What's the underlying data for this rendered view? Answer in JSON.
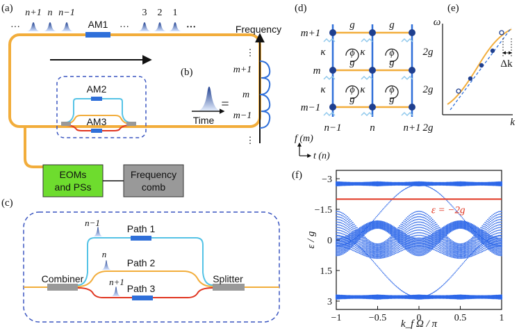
{
  "colors": {
    "orange": "#f2ad3b",
    "blue": "#2f6fd9",
    "lightblue": "#55c3e6",
    "red": "#e0341f",
    "green": "#6edc2e",
    "gray": "#999999",
    "navy": "#1f3f8f",
    "dash": "#3a55c0",
    "band": "#2b66e8"
  },
  "panels": {
    "a": "(a)",
    "b": "(b)",
    "c": "(c)",
    "d": "(d)",
    "e": "(e)",
    "f": "(f)"
  },
  "a": {
    "pulse_top": [
      "n+1",
      "n",
      "n−1"
    ],
    "pulse_right": [
      "3",
      "2",
      "1"
    ],
    "dots_left": "···",
    "dots_mid": "···",
    "dots_right": "···",
    "am1": "AM1",
    "am2": "AM2",
    "am3": "AM3",
    "eoms_line1": "EOMs",
    "eoms_line2": "and PSs",
    "comb_line1": "Frequency",
    "comb_line2": "comb"
  },
  "b": {
    "equals": "=",
    "time": "Time",
    "frequency": "Frequency",
    "m_plus": "m+1",
    "m": "m",
    "m_minus": "m−1",
    "vdots": "⋮"
  },
  "c": {
    "combiner": "Combiner",
    "splitter": "Splitter",
    "path1": "Path 1",
    "path2": "Path 2",
    "path3": "Path 3",
    "n_minus": "n−1",
    "n": "n",
    "n_plus": "n+1"
  },
  "d": {
    "rows": [
      "m+1",
      "m",
      "m−1"
    ],
    "cols": [
      "n−1",
      "n",
      "n+1"
    ],
    "g": "g",
    "two_g": "2g",
    "kappa": "κ",
    "phi": "ϕ",
    "f_axis": "f (m)",
    "t_axis": "t (n)"
  },
  "e": {
    "omega": "ω",
    "k": "k",
    "dk": "Δk"
  },
  "chart_data": {
    "type": "scatter",
    "title": "",
    "xlabel": "k_f Ω / π",
    "ylabel": "ε / g",
    "xlim": [
      -1,
      1
    ],
    "ylim": [
      3,
      -3
    ],
    "xticks": [
      "−1",
      "−0.5",
      "0",
      "0.5",
      "1"
    ],
    "yticks": [
      "−3",
      "−1.5",
      "0",
      "1.5",
      "3"
    ],
    "xtick_values": [
      -1,
      -0.5,
      0,
      0.5,
      1
    ],
    "ytick_values": [
      -3,
      -1.5,
      0,
      1.5,
      3
    ],
    "line": {
      "label": "ε = −2g",
      "y": -2
    },
    "grid": false
  }
}
